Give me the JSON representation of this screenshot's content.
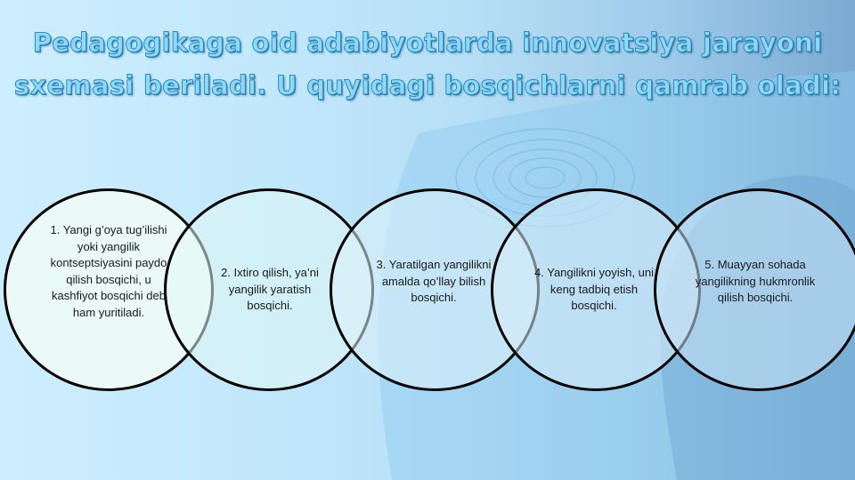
{
  "slide": {
    "title_line1": "Pedagogikaga oid adabiyotlarda innovatsiya jarayoni",
    "title_line2": "sxemasi beriladi. U quyidagi bosqichlarni qamrab oladi:"
  },
  "stages": [
    {
      "text": "1. Yangi g’oya tug’ilishi yoki yangilik kontseptsiyasini paydo qilish bosqichi, u kashfiyot bosqichi deb ham yuritiladi."
    },
    {
      "text": "2. Ixtiro qilish, ya’ni yangilik yaratish bosqichi."
    },
    {
      "text": "3. Yaratilgan yangilikni amalda qo’llay bilish bosqichi."
    },
    {
      "text": "4. Yangilikni yoyish, uni keng tadbiq etish bosqichi."
    },
    {
      "text": "5. Muayyan sohada yangilikning hukmronlik qilish bosqichi."
    }
  ],
  "colors": {
    "circle_border": "#000000",
    "title_fill": "#8ed8f8",
    "title_outline": "#2a8cc4",
    "background_light": "#cdeefe",
    "background_dark": "#7aa9d2"
  }
}
